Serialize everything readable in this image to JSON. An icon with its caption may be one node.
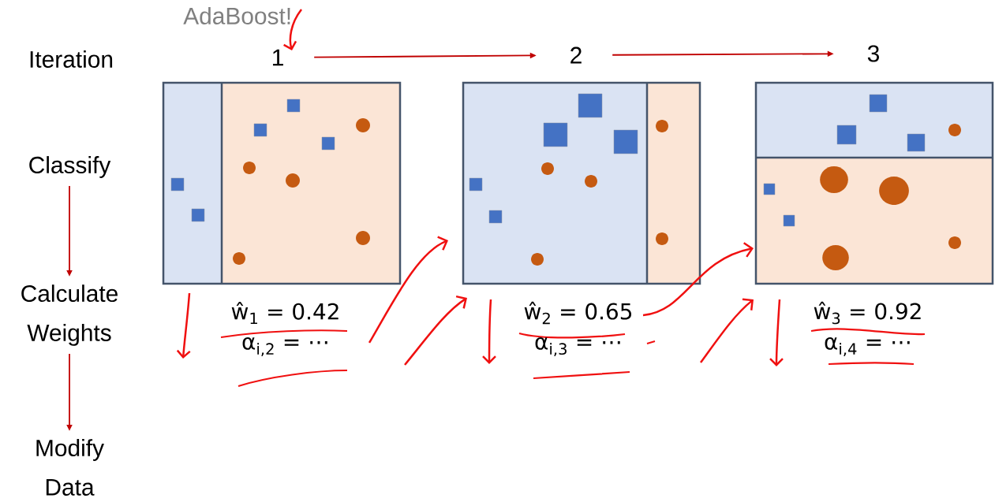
{
  "diagram": {
    "title": "AdaBoost!",
    "nodes": [
      {
        "text": [
          "Classify"
        ]
      },
      {
        "text": [
          "Calculate Weights"
        ]
      },
      {
        "text": [
          "Modify Data"
        ]
      },
      {
        "text": [
          "1"
        ]
      },
      {
        "text": [
          "2"
        ]
      },
      {
        "text": [
          "3"
        ]
      }
    ],
    "edges": [
      {
        "from": 0,
        "to": 1,
        "arrow": "to"
      },
      {
        "from": 1,
        "to": 2,
        "arrow": "to"
      },
      {
        "from": 3,
        "to": 4,
        "arrow": "to"
      },
      {
        "from": 4,
        "to": 5,
        "arrow": "to"
      }
    ],
    "labels": [
      "Iteration",
      "ŵ$_{1}$ = 0.42",
      "α$_{i,2}$ = ⋯",
      "ŵ$_{2}$ = 0.65",
      "α$_{i,3}$ = ⋯",
      "ŵ$_{3}$ = 0.92",
      "α$_{i,4}$ = ⋯"
    ]
  }
}
